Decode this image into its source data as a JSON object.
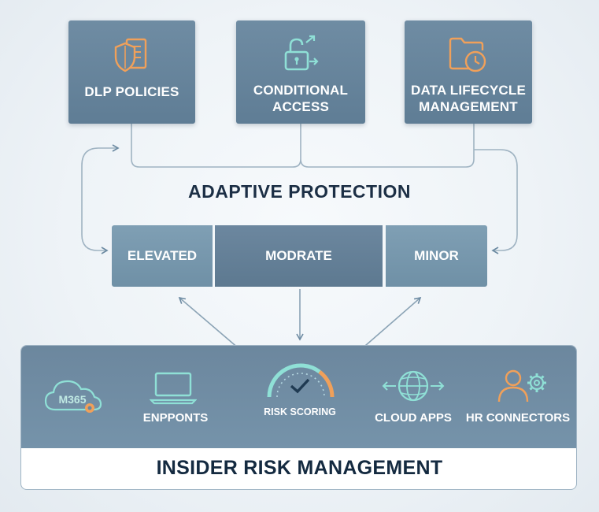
{
  "policies": [
    {
      "label_line1": "DLP POLICIES",
      "label_line2": "",
      "icon": "shield-document-icon"
    },
    {
      "label_line1": "CONDITIONAL",
      "label_line2": "ACCESS",
      "icon": "unlock-arrow-icon"
    },
    {
      "label_line1": "DATA LIFECYCLE",
      "label_line2": "MANAGEMENT",
      "icon": "folder-clock-icon"
    }
  ],
  "adaptive_title": "ADAPTIVE PROTECTION",
  "risk_levels": [
    "ELEVATED",
    "MODRATE",
    "MINOR"
  ],
  "sources": [
    {
      "label": "",
      "icon_text": "M365",
      "icon": "cloud-m365-icon"
    },
    {
      "label": "ENPPONTS",
      "icon": "laptop-icon"
    },
    {
      "label": "RISK SCORING",
      "icon": "gauge-check-icon"
    },
    {
      "label": "CLOUD APPS",
      "icon": "globe-arrows-icon"
    },
    {
      "label": "HR CONNECTORS",
      "icon": "person-gear-icon"
    }
  ],
  "irm_title": "INSIDER RISK MANAGEMENT",
  "colors": {
    "accent_orange": "#f0a05a",
    "accent_teal": "#8fe0d6",
    "box_blue": "#6a879e",
    "title_dark": "#1c2f45"
  }
}
